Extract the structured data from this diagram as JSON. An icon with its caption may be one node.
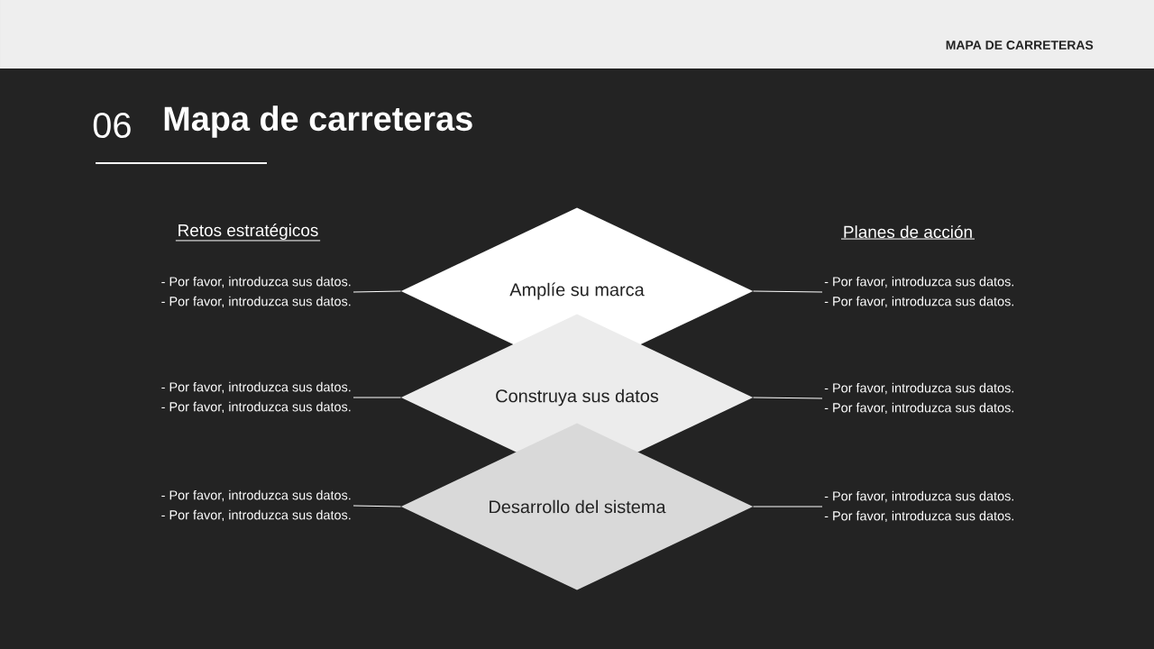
{
  "diagram": {
    "title": "Mapa de carreteras",
    "nodes": [
      {
        "text": [
          "Amplíe su marca"
        ]
      },
      {
        "text": [
          "Construya sus datos"
        ]
      },
      {
        "text": [
          "Desarrollo del sistema"
        ]
      },
      {
        "text": [
          "- Por favor, introduzca sus datos.",
          "- Por favor, introduzca sus datos."
        ]
      },
      {
        "text": [
          "- Por favor, introduzca sus datos.",
          "- Por favor, introduzca sus datos."
        ]
      },
      {
        "text": [
          "- Por favor, introduzca sus datos.",
          "- Por favor, introduzca sus datos."
        ]
      },
      {
        "text": [
          "- Por favor, introduzca sus datos.",
          "- Por favor, introduzca sus datos."
        ]
      },
      {
        "text": [
          "- Por favor, introduzca sus datos.",
          "- Por favor, introduzca sus datos."
        ]
      },
      {
        "text": [
          "- Por favor, introduzca sus datos.",
          "- Por favor, introduzca sus datos."
        ]
      }
    ],
    "edges": [
      {
        "from": 3,
        "to": 0,
        "arrow": "none"
      },
      {
        "from": 4,
        "to": 1,
        "arrow": "none"
      },
      {
        "from": 5,
        "to": 2,
        "arrow": "none"
      },
      {
        "from": 0,
        "to": 6,
        "arrow": "none"
      },
      {
        "from": 1,
        "to": 7,
        "arrow": "none"
      },
      {
        "from": 2,
        "to": 8,
        "arrow": "none"
      }
    ],
    "labels": [
      "MAPA DE CARRETERAS",
      "06",
      "Retos estratégicos",
      "Planes de acción"
    ]
  }
}
